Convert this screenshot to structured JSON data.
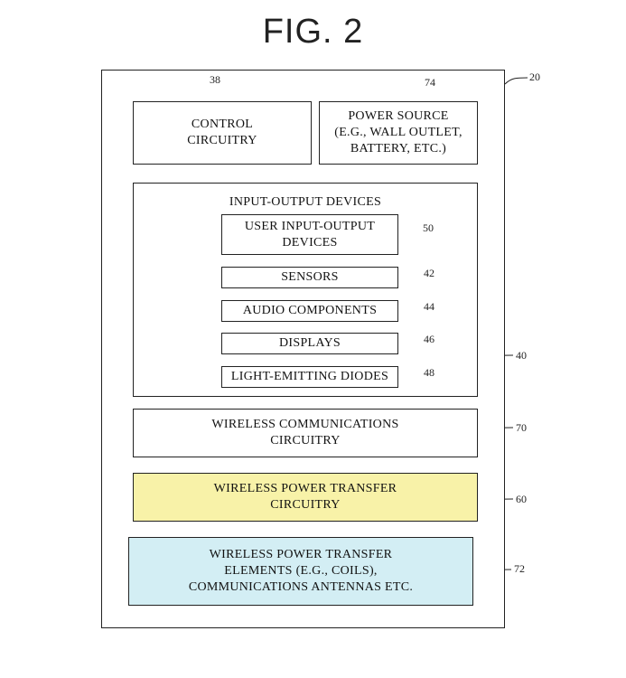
{
  "figure": {
    "title": "FIG. 2"
  },
  "device": {
    "ref": "20"
  },
  "control": {
    "lines": [
      "CONTROL",
      "CIRCUITRY"
    ],
    "ref": "38"
  },
  "power_source": {
    "lines": [
      "POWER SOURCE",
      "(E.G., WALL OUTLET,",
      "BATTERY, ETC.)"
    ],
    "ref": "74"
  },
  "io": {
    "title": "INPUT-OUTPUT DEVICES",
    "ref": "40",
    "user": {
      "lines": [
        "USER INPUT-OUTPUT",
        "DEVICES"
      ],
      "ref": "50"
    },
    "sensors": {
      "label": "SENSORS",
      "ref": "42"
    },
    "audio": {
      "label": "AUDIO COMPONENTS",
      "ref": "44"
    },
    "displays": {
      "label": "DISPLAYS",
      "ref": "46"
    },
    "leds": {
      "label": "LIGHT-EMITTING DIODES",
      "ref": "48"
    }
  },
  "wireless_comm": {
    "lines": [
      "WIRELESS COMMUNICATIONS",
      "CIRCUITRY"
    ],
    "ref": "70"
  },
  "wpt_circuitry": {
    "lines": [
      "WIRELESS POWER TRANSFER",
      "CIRCUITRY"
    ],
    "ref": "60",
    "fill": "#f8f2a8"
  },
  "wpt_elements": {
    "lines": [
      "WIRELESS POWER TRANSFER",
      "ELEMENTS (E.G., COILS),",
      "COMMUNICATIONS ANTENNAS ETC."
    ],
    "ref": "72",
    "fill": "#d3eef4"
  }
}
